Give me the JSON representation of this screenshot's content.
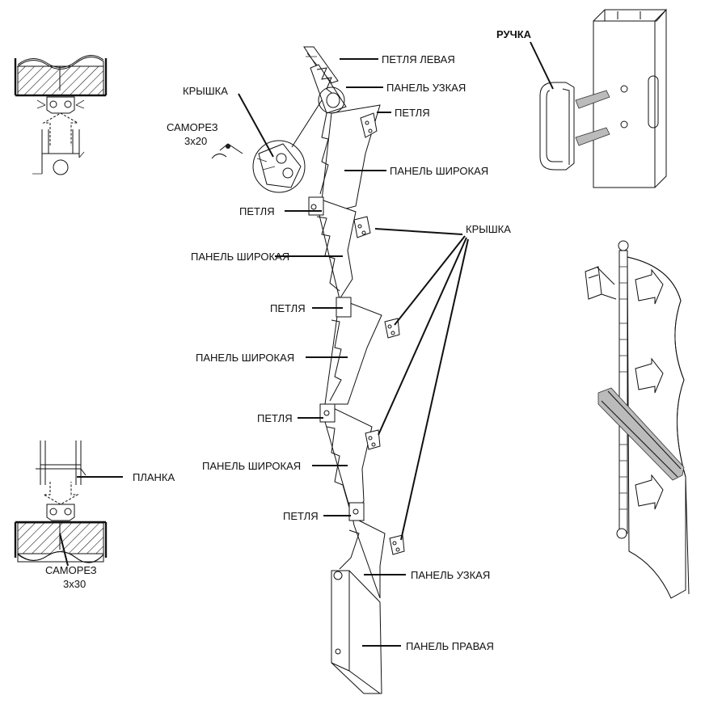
{
  "labels": {
    "petlya_levaya": "ПЕТЛЯ ЛЕВАЯ",
    "panel_uzkaya_top": "ПАНЕЛЬ УЗКАЯ",
    "petlya_top": "ПЕТЛЯ",
    "kryshka_top": "КРЫШКА",
    "samorez_top_line1": "САМОРЕЗ",
    "samorez_top_line2": "3x20",
    "panel_shirokaya_1": "ПАНЕЛЬ ШИРОКАЯ",
    "petlya_2": "ПЕТЛЯ",
    "kryshka_main": "КРЫШКА",
    "panel_shirokaya_2": "ПАНЕЛЬ ШИРОКАЯ",
    "petlya_3": "ПЕТЛЯ",
    "panel_shirokaya_3": "ПАНЕЛЬ ШИРОКАЯ",
    "petlya_4": "ПЕТЛЯ",
    "panel_shirokaya_4": "ПАНЕЛЬ ШИРОКАЯ",
    "petlya_5": "ПЕТЛЯ",
    "panel_uzkaya_bottom": "ПАНЕЛЬ УЗКАЯ",
    "panel_pravaya": "ПАНЕЛЬ ПРАВАЯ",
    "ruchka": "РУЧКА",
    "planka": "ПЛАНКА",
    "samorez_bottom_line1": "САМОРЕЗ",
    "samorez_bottom_line2": "3x30"
  }
}
